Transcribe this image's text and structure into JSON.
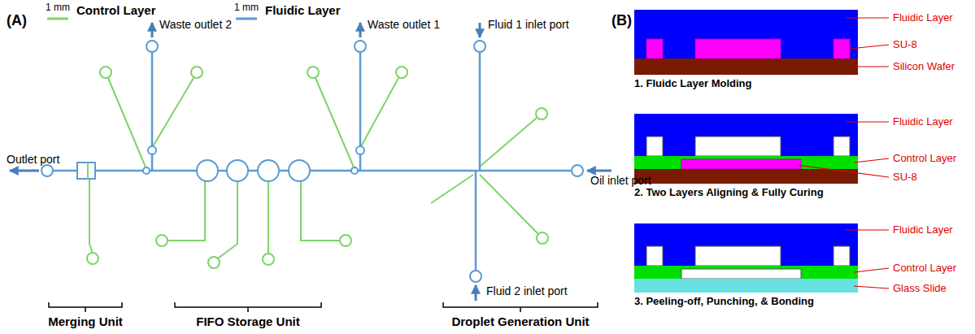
{
  "diagram": {
    "nodes": [
      {
        "text": [
          "1. Fluidc Layer Molding"
        ]
      },
      {
        "text": [
          "2. Two Layers Aligning & Fully Curing"
        ]
      },
      {
        "text": [
          "3. Peeling-off, Punching, & Bonding"
        ]
      }
    ],
    "labels": [
      "(A)",
      "1 mm",
      "1 mm",
      "Waste outlet 2",
      "Waste outlet 1",
      "Fluid 1 inlet port",
      "Outlet port",
      "Oil inlet port",
      "Fluid 2 inlet port",
      "Merging Unit",
      "FIFO Storage Unit",
      "Droplet Generation Unit",
      "(B)",
      "Fluidic Layer",
      "SU-8",
      "Silicon Wafer",
      "Fluidic Layer",
      "Control Layer",
      "SU-8",
      "Fluidic Layer",
      "Control Layer",
      "Glass Slide"
    ],
    "legend": [
      {
        "text": "Control Layer"
      },
      {
        "text": "Fluidic Layer"
      }
    ]
  }
}
